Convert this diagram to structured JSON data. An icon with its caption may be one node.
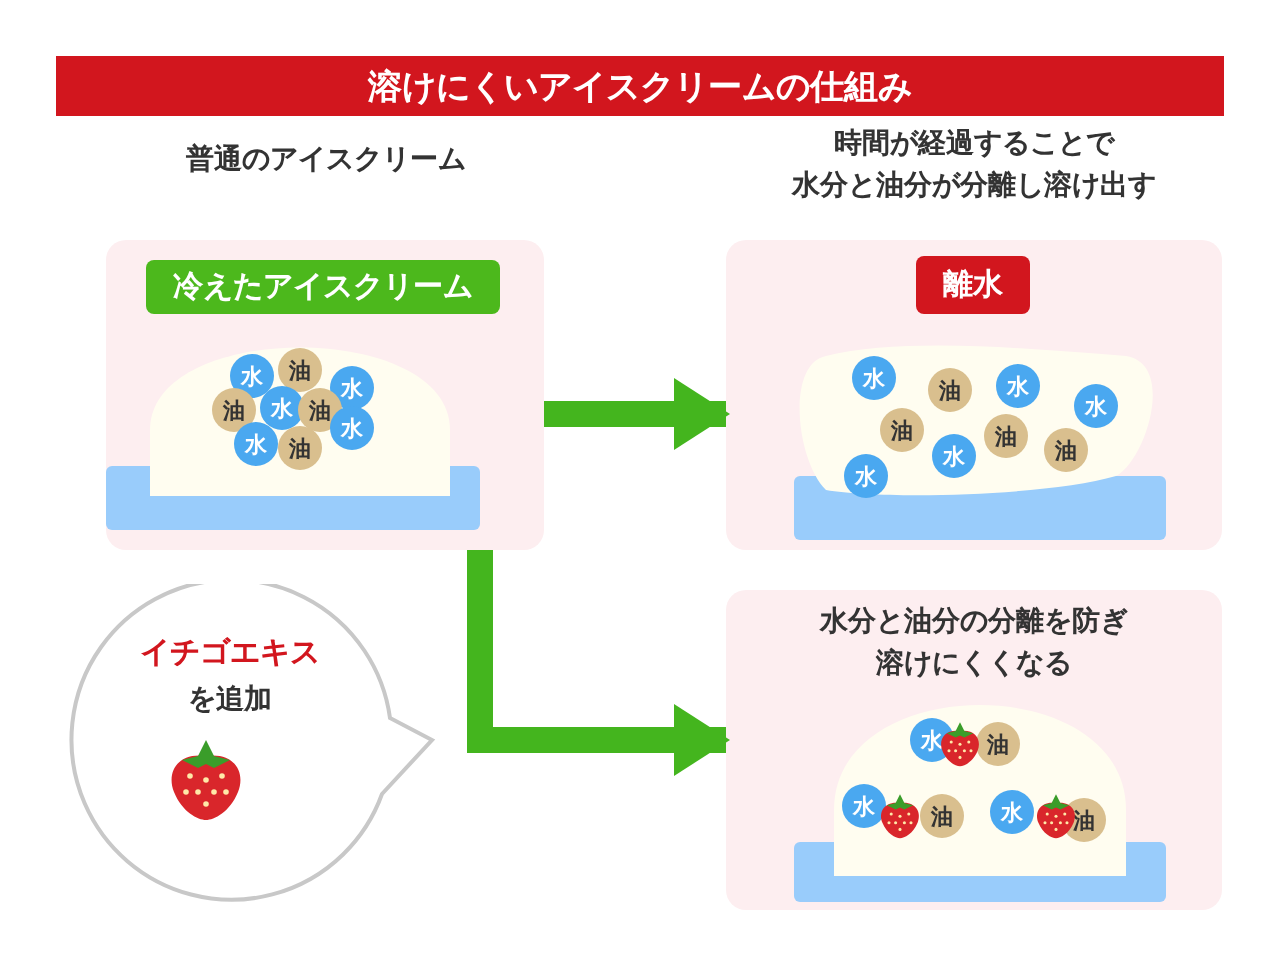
{
  "diagram": {
    "title": "溶けにくいアイスクリームの仕組み",
    "nodes": [
      {
        "text": [
          "普通のアイスクリーム"
        ]
      },
      {
        "text": [
          "冷えたアイスクリーム"
        ],
        "in": 0
      },
      {
        "text": [
          "水"
        ],
        "in": 0
      },
      {
        "text": [
          "油"
        ],
        "in": 0
      },
      {
        "text": [
          "水"
        ],
        "in": 0
      },
      {
        "text": [
          "油"
        ],
        "in": 0
      },
      {
        "text": [
          "水"
        ],
        "in": 0
      },
      {
        "text": [
          "油"
        ],
        "in": 0
      },
      {
        "text": [
          "水"
        ],
        "in": 0
      },
      {
        "text": [
          "水"
        ],
        "in": 0
      },
      {
        "text": [
          "油"
        ],
        "in": 0
      },
      {
        "text": [
          "時間が経過することで水分と油分が分離し溶け出す"
        ]
      },
      {
        "text": [
          "離水"
        ],
        "in": 11
      },
      {
        "text": [
          "水"
        ],
        "in": 11
      },
      {
        "text": [
          "油"
        ],
        "in": 11
      },
      {
        "text": [
          "水"
        ],
        "in": 11
      },
      {
        "text": [
          "水"
        ],
        "in": 11
      },
      {
        "text": [
          "油"
        ],
        "in": 11
      },
      {
        "text": [
          "水"
        ],
        "in": 11
      },
      {
        "text": [
          "油"
        ],
        "in": 11
      },
      {
        "text": [
          "油"
        ],
        "in": 11
      },
      {
        "text": [
          "水"
        ],
        "in": 11
      },
      {
        "text": [
          "イチゴエキス",
          "を追加"
        ]
      },
      {
        "text": [
          "水分と油分の分離を防ぎ溶けにくくなる"
        ]
      },
      {
        "text": [
          "水"
        ],
        "in": 23
      },
      {
        "text": [
          "油"
        ],
        "in": 23
      },
      {
        "text": [
          "水"
        ],
        "in": 23
      },
      {
        "text": [
          "油"
        ],
        "in": 23
      },
      {
        "text": [
          "水"
        ],
        "in": 23
      },
      {
        "text": [
          "油"
        ],
        "in": 23
      }
    ],
    "edges": [
      {
        "from": 0,
        "to": 11,
        "arrow": "to"
      },
      {
        "from": 0,
        "to": 23,
        "arrow": "to"
      }
    ]
  }
}
